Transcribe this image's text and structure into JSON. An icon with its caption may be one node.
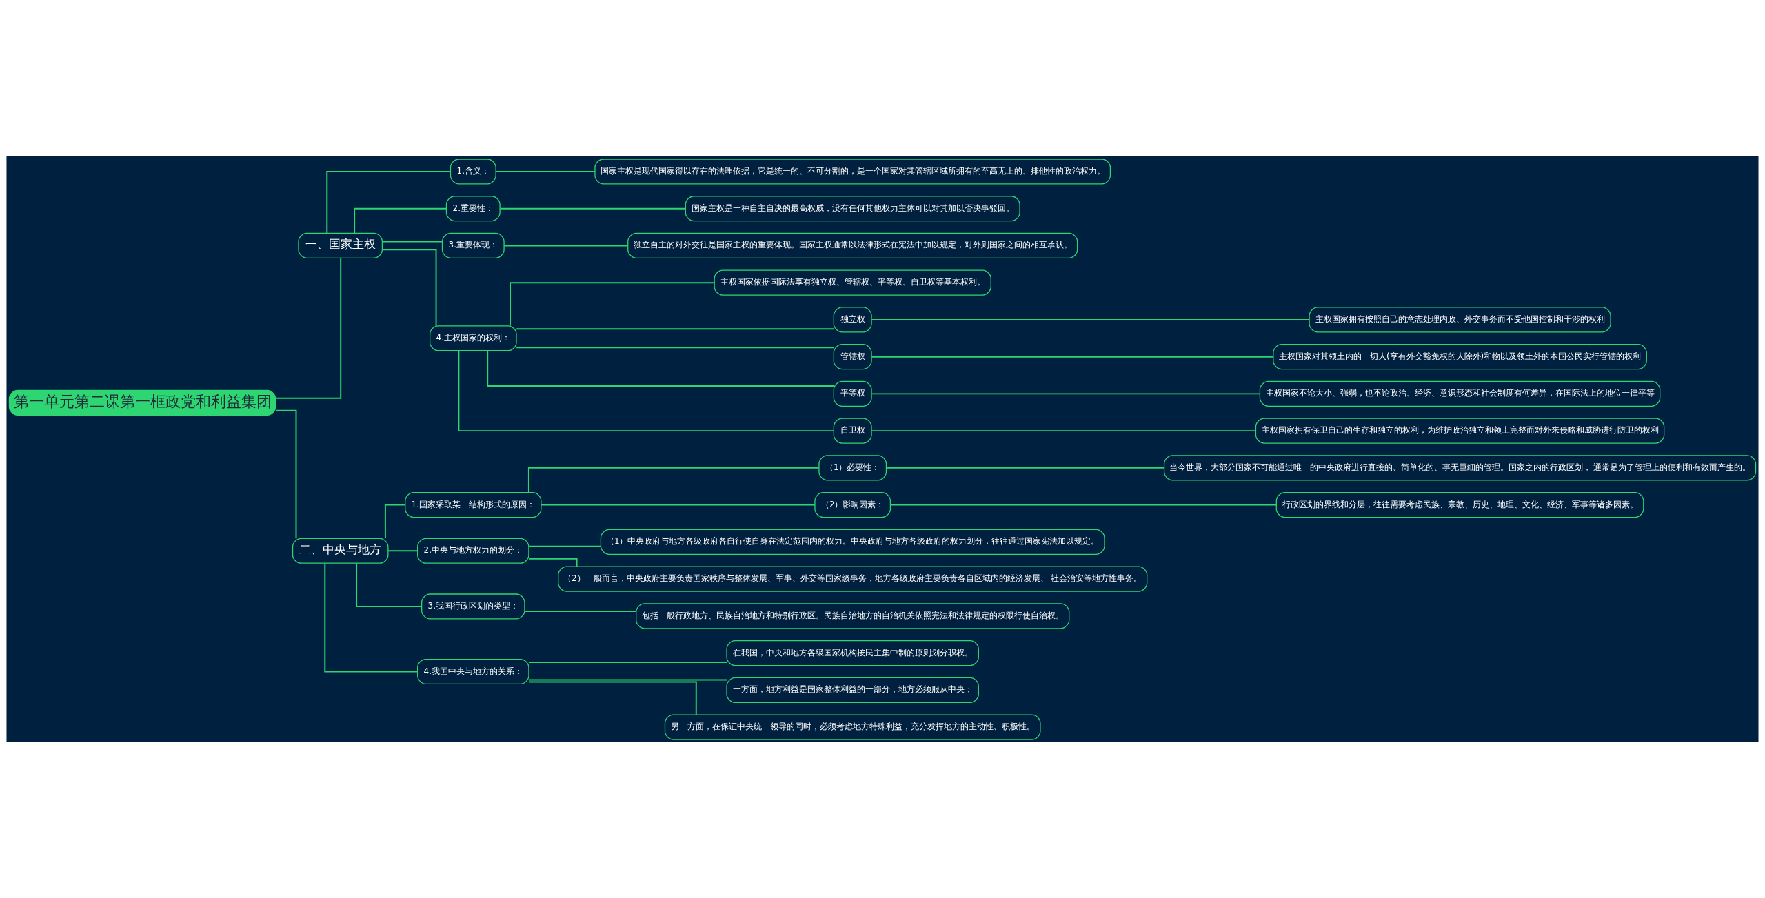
{
  "diagram": {
    "nodes": [
      {
        "text": [
          "第一单元第二课第一框政党和利益集团"
        ]
      },
      {
        "text": [
          "一、国家主权"
        ]
      },
      {
        "text": [
          "1.含义："
        ]
      },
      {
        "text": [
          "国家主权是现代国家得以存在的法理依据，它是统一的、不可分割的，是一个国家对其管辖区域所拥有的至高无上的、排他性的政治权力。"
        ]
      },
      {
        "text": [
          "2.重要性："
        ]
      },
      {
        "text": [
          "国家主权是一种自主自决的最高权威，没有任何其他权力主体可以对其加以否决事驳回。"
        ]
      },
      {
        "text": [
          "3.重要体现："
        ]
      },
      {
        "text": [
          "独立自主的对外交往是国家主权的重要体现。国家主权通常以法律形式在宪法中加以规定，对外则国家之间的相互承认。"
        ]
      },
      {
        "text": [
          "4.主权国家的权利："
        ]
      },
      {
        "text": [
          "主权国家依据国际法享有独立权、管辖权、平等权、自卫权等基本权利。"
        ]
      },
      {
        "text": [
          "独立权"
        ]
      },
      {
        "text": [
          "主权国家拥有按照自己的意志处理内政、外交事务而不受他国控制和干涉的权利"
        ]
      },
      {
        "text": [
          "管辖权"
        ]
      },
      {
        "text": [
          "主权国家对其领土内的一切人(享有外交豁免权的人除外)和物以及领土外的本国公民实行管辖的权利"
        ]
      },
      {
        "text": [
          "平等权"
        ]
      },
      {
        "text": [
          "主权国家不论大小、强弱，也不论政治、经济、意识形态和社会制度有何差异，在国际法上的地位一律平等"
        ]
      },
      {
        "text": [
          "自卫权"
        ]
      },
      {
        "text": [
          "主权国家拥有保卫自己的生存和独立的权利，为维护政治独立和领土完整而对外来侵略和威胁进行防卫的权利"
        ]
      },
      {
        "text": [
          "二、中央与地方"
        ]
      },
      {
        "text": [
          "1.国家采取某一结构形式的原因："
        ]
      },
      {
        "text": [
          "（1）必要性："
        ]
      },
      {
        "text": [
          "当今世界，大部分国家不可能通过唯一的中央政府进行直接的、简单化的、事无巨细的管理。国家之内的行政区划， 通常是为了管理上的便利和有效而产生的。"
        ]
      },
      {
        "text": [
          "（2）影响因素："
        ]
      },
      {
        "text": [
          "行政区划的界线和分层，往往需要考虑民族、宗教、历史、地理、文化、经济、军事等诸多因素。"
        ]
      },
      {
        "text": [
          "2.中央与地方权力的划分："
        ]
      },
      {
        "text": [
          "（1）中央政府与地方各级政府各自行使自身在法定范围内的权力。中央政府与地方各级政府的权力划分，往往通过国家宪法加以规定。"
        ]
      },
      {
        "text": [
          "（2）一般而言，中央政府主要负责国家秩序与整体发展、军事、外交等国家级事务，地方各级政府主要负责各自区域内的经济发展、 社会治安等地方性事务。"
        ]
      },
      {
        "text": [
          "3.我国行政区划的类型："
        ]
      },
      {
        "text": [
          "包括一般行政地方、民族自治地方和特别行政区。民族自治地方的自治机关依照宪法和法律规定的权限行使自治权。"
        ]
      },
      {
        "text": [
          "4.我国中央与地方的关系："
        ]
      },
      {
        "text": [
          "在我国，中央和地方各级国家机构按民主集中制的原则划分职权。"
        ]
      },
      {
        "text": [
          "一方面，地方利益是国家整体利益的一部分，地方必须服从中央；"
        ]
      },
      {
        "text": [
          "另一方面，在保证中央统一领导的同时，必须考虑地方特殊利益，充分发挥地方的主动性、积极性。"
        ]
      }
    ],
    "edges": [
      {
        "from": 0,
        "to": 1,
        "arrow": "none"
      },
      {
        "from": 1,
        "to": 2,
        "arrow": "none"
      },
      {
        "from": 2,
        "to": 3,
        "arrow": "none"
      },
      {
        "from": 1,
        "to": 4,
        "arrow": "none"
      },
      {
        "from": 4,
        "to": 5,
        "arrow": "none"
      },
      {
        "from": 1,
        "to": 6,
        "arrow": "none"
      },
      {
        "from": 6,
        "to": 7,
        "arrow": "none"
      },
      {
        "from": 1,
        "to": 8,
        "arrow": "none"
      },
      {
        "from": 8,
        "to": 9,
        "arrow": "none"
      },
      {
        "from": 8,
        "to": 10,
        "arrow": "none"
      },
      {
        "from": 10,
        "to": 11,
        "arrow": "none"
      },
      {
        "from": 8,
        "to": 12,
        "arrow": "none"
      },
      {
        "from": 12,
        "to": 13,
        "arrow": "none"
      },
      {
        "from": 8,
        "to": 14,
        "arrow": "none"
      },
      {
        "from": 14,
        "to": 15,
        "arrow": "none"
      },
      {
        "from": 8,
        "to": 16,
        "arrow": "none"
      },
      {
        "from": 16,
        "to": 17,
        "arrow": "none"
      },
      {
        "from": 0,
        "to": 18,
        "arrow": "none"
      },
      {
        "from": 18,
        "to": 19,
        "arrow": "none"
      },
      {
        "from": 19,
        "to": 20,
        "arrow": "none"
      },
      {
        "from": 20,
        "to": 21,
        "arrow": "none"
      },
      {
        "from": 19,
        "to": 22,
        "arrow": "none"
      },
      {
        "from": 22,
        "to": 23,
        "arrow": "none"
      },
      {
        "from": 18,
        "to": 24,
        "arrow": "none"
      },
      {
        "from": 24,
        "to": 25,
        "arrow": "none"
      },
      {
        "from": 24,
        "to": 26,
        "arrow": "none"
      },
      {
        "from": 18,
        "to": 27,
        "arrow": "none"
      },
      {
        "from": 27,
        "to": 28,
        "arrow": "none"
      },
      {
        "from": 18,
        "to": 29,
        "arrow": "none"
      },
      {
        "from": 29,
        "to": 30,
        "arrow": "none"
      },
      {
        "from": 29,
        "to": 31,
        "arrow": "none"
      },
      {
        "from": 29,
        "to": 32,
        "arrow": "none"
      }
    ]
  }
}
